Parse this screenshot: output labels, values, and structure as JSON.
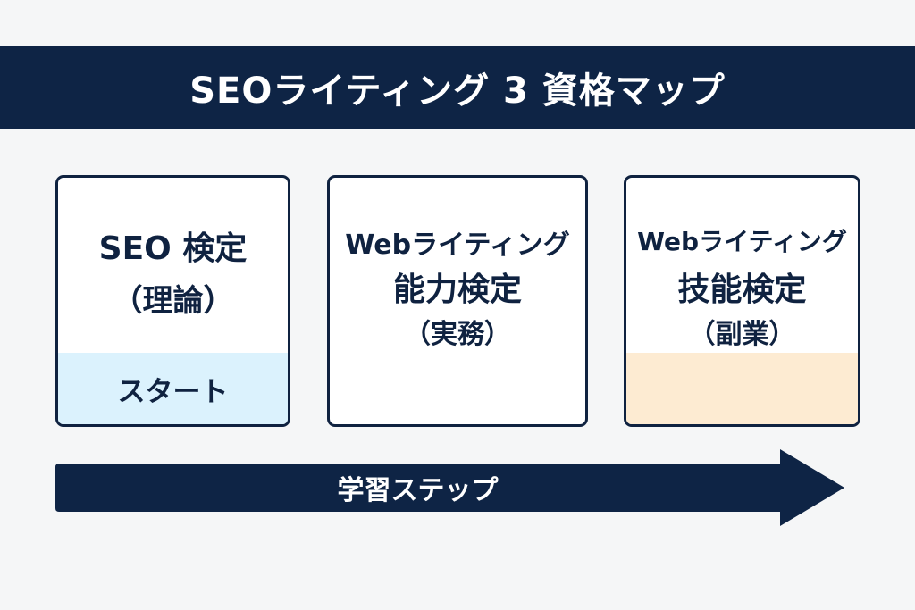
{
  "header": {
    "title": "SEOライティング 3 資格マップ"
  },
  "cards": [
    {
      "lines": [
        "SEO 検定",
        "（理論）"
      ],
      "band_label": "スタート",
      "band_color": "#dbf2fd"
    },
    {
      "lines": [
        "Webライティング",
        "能力検定",
        "（実務）"
      ],
      "band_label": null,
      "band_color": null
    },
    {
      "lines": [
        "Webライティング",
        "技能検定",
        "（副業）"
      ],
      "band_label": "",
      "band_color": "#fdebd2"
    }
  ],
  "arrow": {
    "label": "学習ステップ",
    "color": "#0e2445"
  },
  "colors": {
    "navy": "#0e2445",
    "background": "#f5f6f7",
    "start_band": "#dbf2fd",
    "side_job_band": "#fdebd2"
  }
}
